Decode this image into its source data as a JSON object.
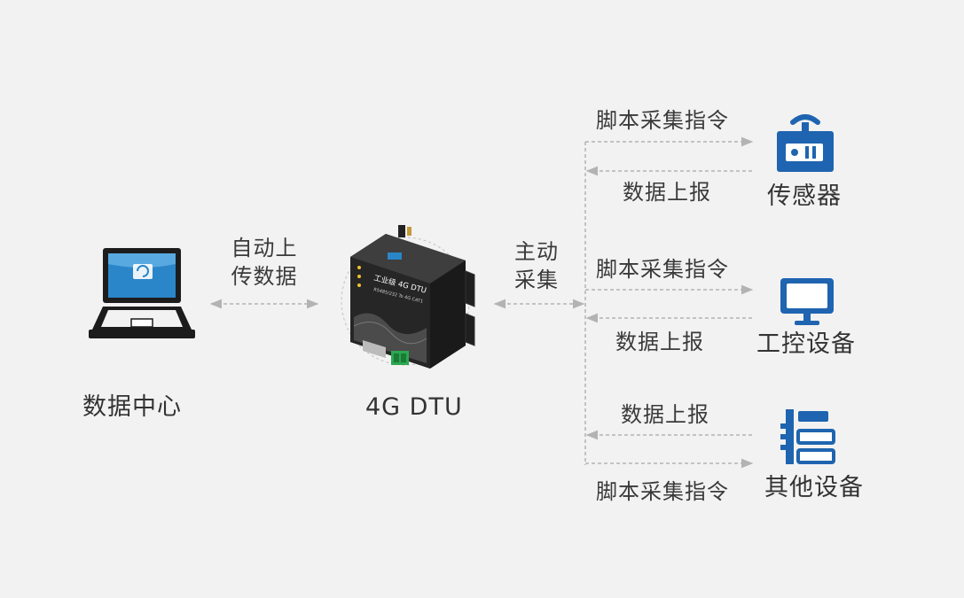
{
  "colors": {
    "icon_blue": "#1f64b0",
    "arrow_gray": "#b3b3b3",
    "laptop_dark": "#1c1c1c",
    "screen_blue": "#2a86c8"
  },
  "data_center": {
    "caption": "数据中心",
    "icon": "laptop-icon"
  },
  "left_link": {
    "line1": "自动上",
    "line2": "传数据"
  },
  "dtu": {
    "caption": "4G DTU",
    "label_main": "工业级 4G DTU",
    "label_sub": "RS485/232 To 4G CAT1",
    "icon": "dtu-device-icon"
  },
  "right_link": {
    "line1": "主动",
    "line2": "采集"
  },
  "devices": [
    {
      "name": "传感器",
      "top_label": "脚本采集指令",
      "bottom_label": "数据上报",
      "icon": "sensor-icon"
    },
    {
      "name": "工控设备",
      "top_label": "脚本采集指令",
      "bottom_label": "数据上报",
      "icon": "monitor-icon"
    },
    {
      "name": "其他设备",
      "top_label": "数据上报",
      "bottom_label": "脚本采集指令",
      "icon": "other-device-icon"
    }
  ]
}
